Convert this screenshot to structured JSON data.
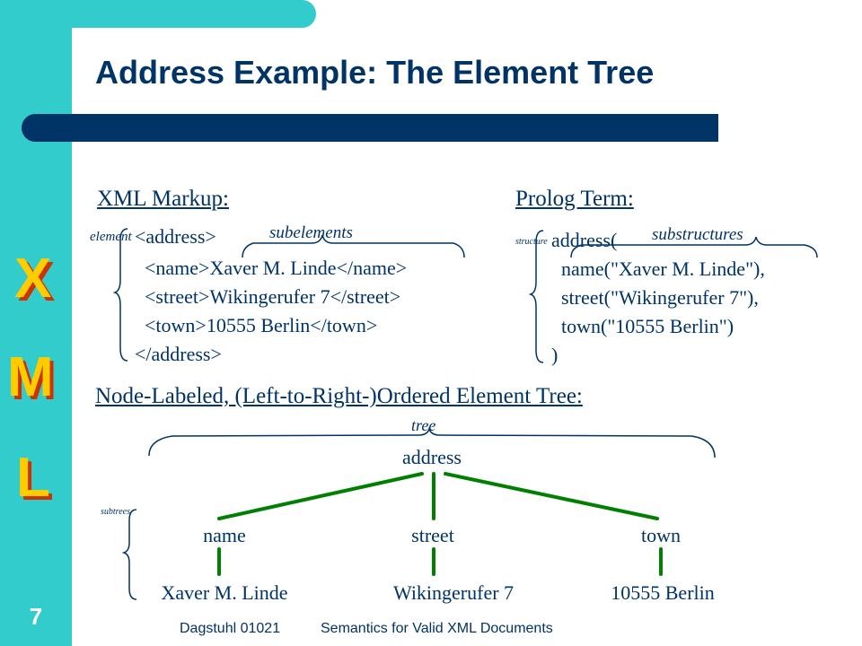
{
  "title": "Address Example: The Element Tree",
  "logo": {
    "letters": [
      "X",
      "M",
      "L"
    ]
  },
  "page_number": "7",
  "footer": {
    "left": "Dagstuhl 01021",
    "right": "Semantics for Valid XML Documents"
  },
  "xml_section": {
    "heading": "XML Markup:",
    "side_label": "element",
    "brace_label": "subelements",
    "lines": [
      "<address>",
      "  <name>Xaver M. Linde</name>",
      "  <street>Wikingerufer 7</street>",
      "  <town>10555 Berlin</town>",
      "</address>"
    ]
  },
  "prolog_section": {
    "heading": "Prolog Term:",
    "side_label": "structure",
    "brace_label": "substructures",
    "lines": [
      "address(",
      "  name(\"Xaver M. Linde\"),",
      "  street(\"Wikingerufer 7\"),",
      "  town(\"10555 Berlin\")",
      ")"
    ]
  },
  "tree_section": {
    "heading": "Node-Labeled, (Left-to-Right-)Ordered Element Tree:",
    "tree_label": "tree",
    "side_label": "subtrees",
    "root": "address",
    "children": [
      "name",
      "street",
      "town"
    ],
    "leaves": [
      "Xaver M. Linde",
      "Wikingerufer 7",
      "10555 Berlin"
    ]
  },
  "colors": {
    "sidebar": "#33cccc",
    "navy": "#003366",
    "edge": "#008000",
    "logo_front": "#ffcc00",
    "logo_shadow": "#cc3300"
  }
}
